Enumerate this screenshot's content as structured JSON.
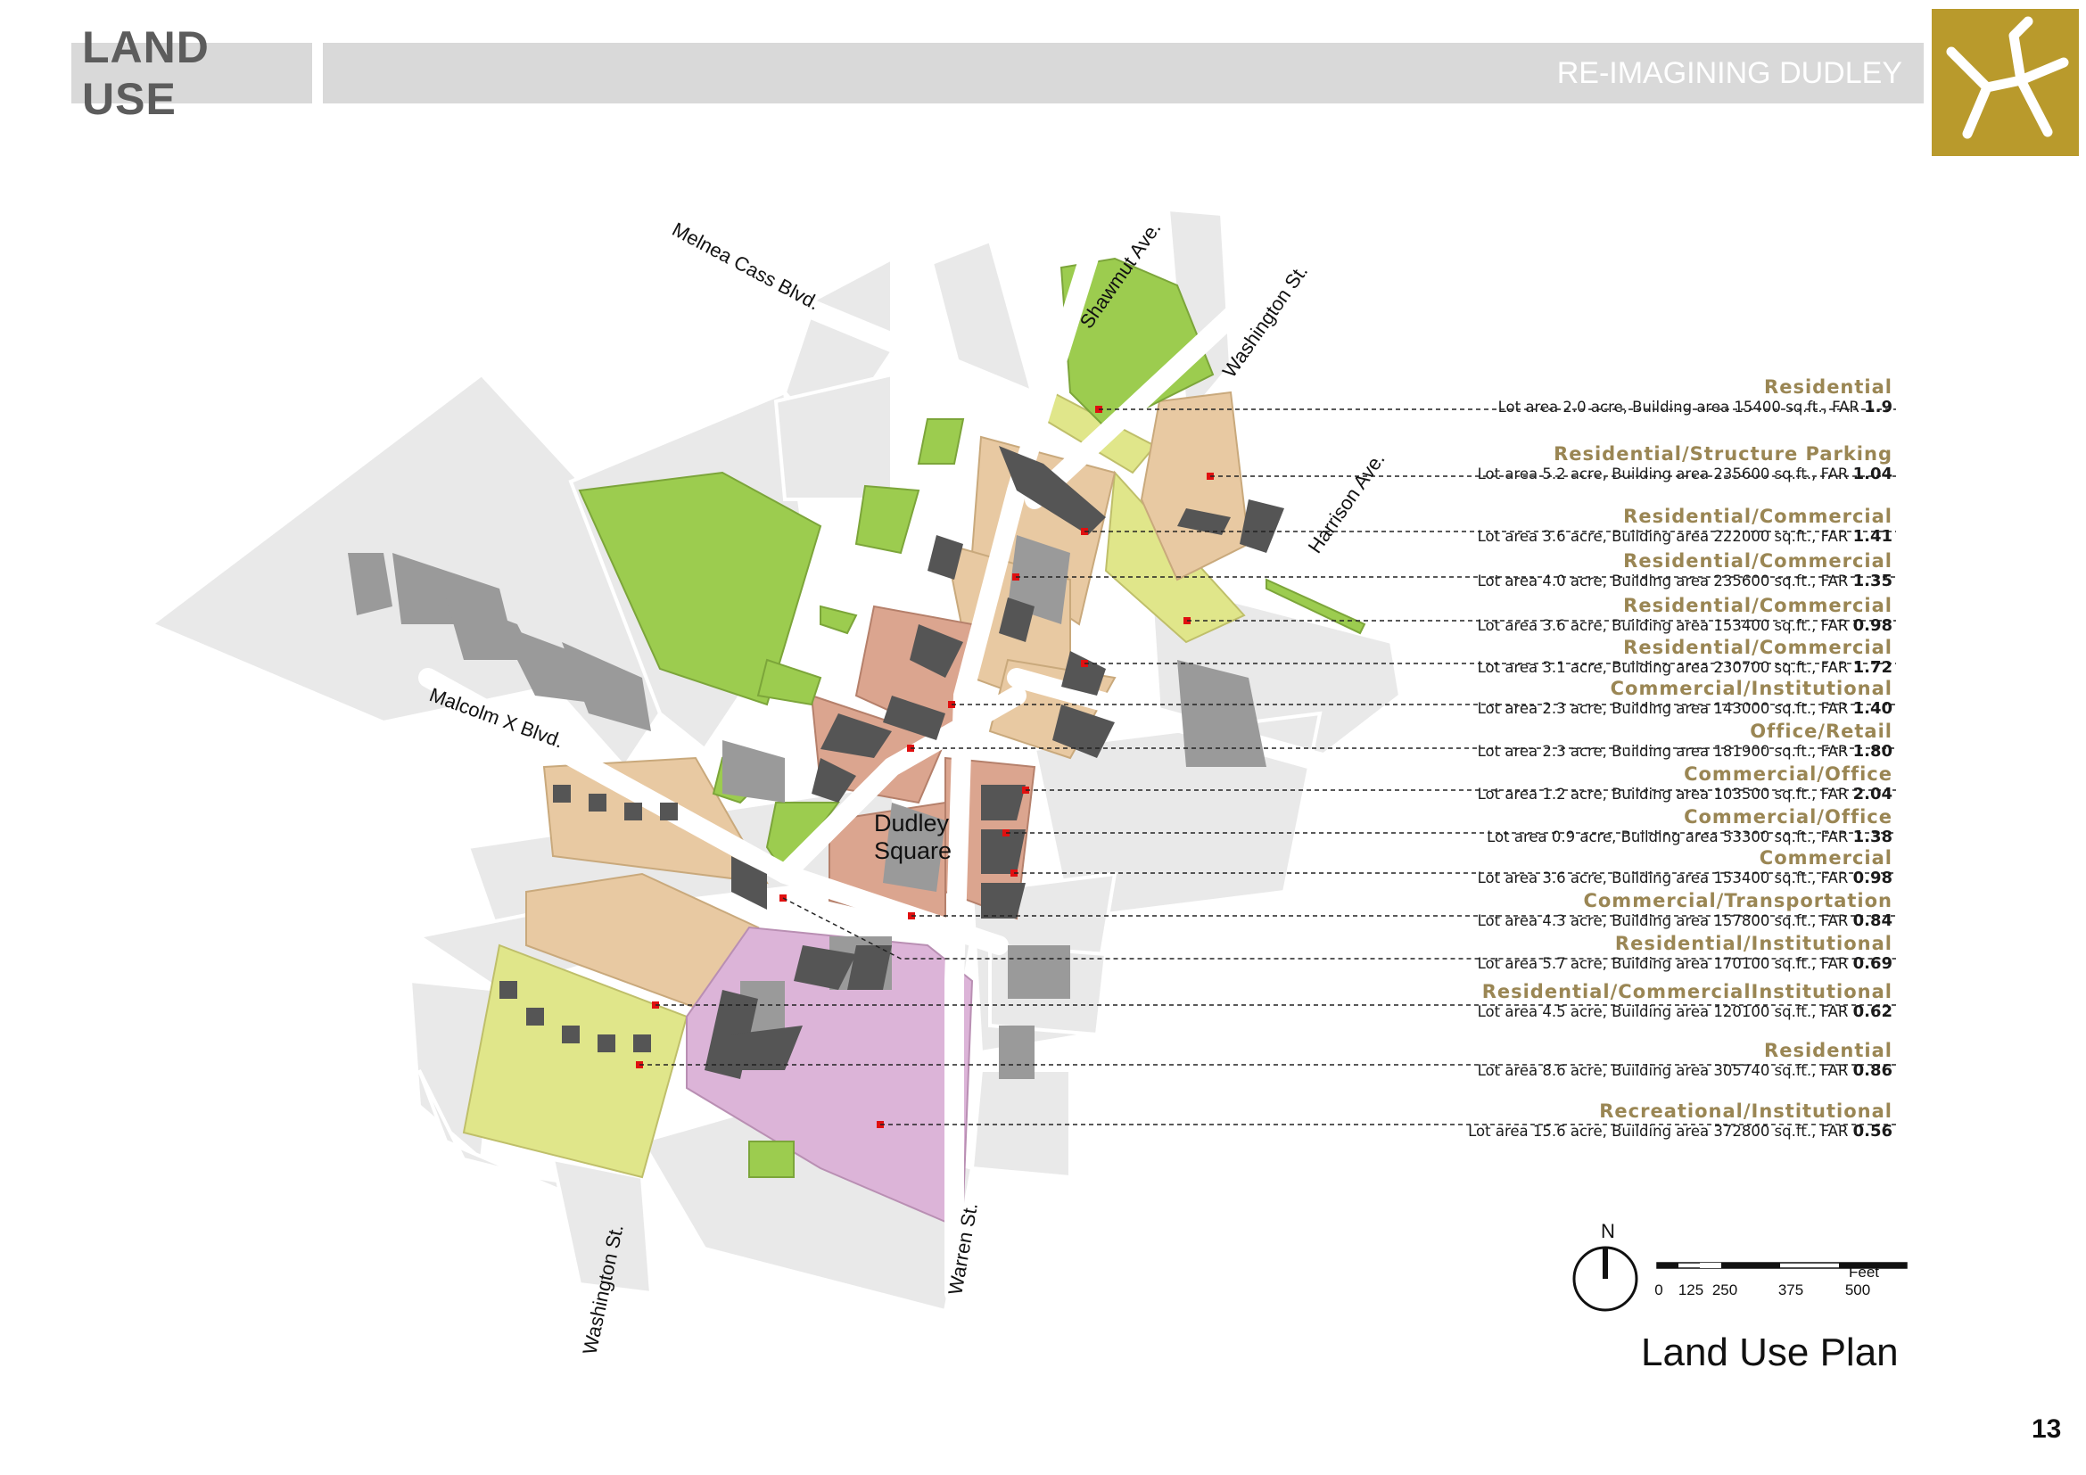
{
  "header": {
    "section_title": "LAND USE",
    "project_title": "RE-IMAGINING DUDLEY"
  },
  "colors": {
    "header_bar": "#d9d9d9",
    "logo_bg": "#b99a2c",
    "legend_title": "#9a8654",
    "residential": "#e0e68a",
    "residential_commercial": "#e8c9a2",
    "commercial": "#dba58f",
    "recreational_institutional": "#dcb4d8",
    "open_space": "#9ccc4f",
    "base_parcel": "#e9e9e9",
    "building": "#9a9a9a",
    "proposed_building": "#555555",
    "marker": "#e01010"
  },
  "streets": [
    "Melnea Cass Blvd.",
    "Shawmut Ave.",
    "Washington St.",
    "Harrison Ave.",
    "Malcolm X Blvd.",
    "Washington St.",
    "Warren St."
  ],
  "place_label_line1": "Dudley",
  "place_label_line2": "Square",
  "legend": [
    {
      "use": "Residential",
      "lot_area": "2.0",
      "building_area": "15400",
      "far": "1.9"
    },
    {
      "use": "Residential/Structure Parking",
      "lot_area": "5.2",
      "building_area": "235600",
      "far": "1.04"
    },
    {
      "use": "Residential/Commercial",
      "lot_area": "3.6",
      "building_area": "222000",
      "far": "1.41"
    },
    {
      "use": "Residential/Commercial",
      "lot_area": "4.0",
      "building_area": "235600",
      "far": "1.35"
    },
    {
      "use": "Residential/Commercial",
      "lot_area": "3.6",
      "building_area": "153400",
      "far": "0.98"
    },
    {
      "use": "Residential/Commercial",
      "lot_area": "3.1",
      "building_area": "230700",
      "far": "1.72"
    },
    {
      "use": "Commercial/Institutional",
      "lot_area": "2.3",
      "building_area": "143000",
      "far": "1.40"
    },
    {
      "use": "Office/Retail",
      "lot_area": "2.3",
      "building_area": "181900",
      "far": "1.80"
    },
    {
      "use": "Commercial/Office",
      "lot_area": "1.2",
      "building_area": "103500",
      "far": "2.04"
    },
    {
      "use": "Commercial/Office",
      "lot_area": "0.9",
      "building_area": "53300",
      "far": "1.38"
    },
    {
      "use": "Commercial",
      "lot_area": "3.6",
      "building_area": "153400",
      "far": "0.98"
    },
    {
      "use": "Commercial/Transportation",
      "lot_area": "4.3",
      "building_area": "157800",
      "far": "0.84"
    },
    {
      "use": "Residential/Institutional",
      "lot_area": "5.7",
      "building_area": "170100",
      "far": "0.69"
    },
    {
      "use": "Residential/CommercialInstitutional",
      "lot_area": "4.5",
      "building_area": "120100",
      "far": "0.62"
    },
    {
      "use": "Residential",
      "lot_area": "8.6",
      "building_area": "305740",
      "far": "0.86"
    },
    {
      "use": "Recreational/Institutional",
      "lot_area": "15.6",
      "building_area": "372800",
      "far": "0.56"
    }
  ],
  "legend_labels": {
    "lot": "Lot area",
    "acre": "acre",
    "building": "Building area",
    "sqft": "sq.ft.",
    "far": "FAR"
  },
  "north_label": "N",
  "scale_bar": {
    "unit": "Feet",
    "ticks": [
      "0",
      "125",
      "250",
      "375",
      "500"
    ]
  },
  "map_title": "Land Use Plan",
  "page_number": "13"
}
